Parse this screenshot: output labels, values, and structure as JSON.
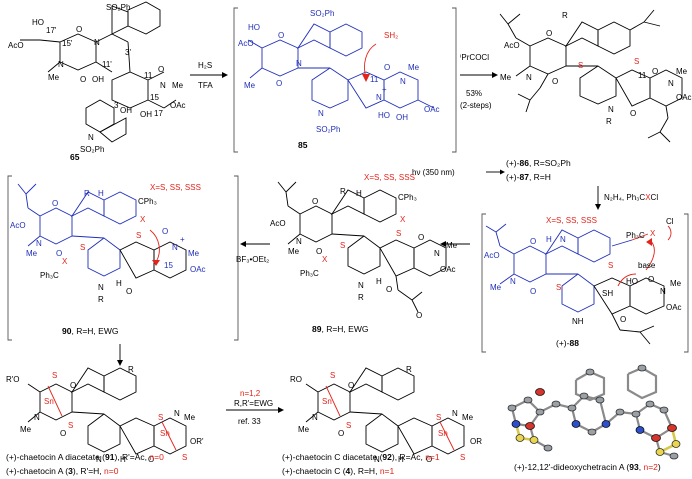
{
  "reagents": {
    "step1": {
      "line1": "H₂S",
      "line2": "TFA"
    },
    "step2": {
      "line1": "ⁱPrCOCl",
      "line2": "53%",
      "line3": "(2-steps)"
    },
    "step3": {
      "line1": "hν (350 nm)"
    },
    "step4": {
      "line1": "N₂H₄, Ph₃C",
      "line1_x": "X",
      "line1_end": "Cl"
    },
    "step5": {
      "line1": "BF₃•OEt₂"
    },
    "step6": {
      "line1": "n=1,2",
      "line2": "R,R'=EWG",
      "line3": "ref. 33"
    }
  },
  "compounds": {
    "c65": {
      "label": "65"
    },
    "c85": {
      "label": "85"
    },
    "c86": {
      "prefix": "(+)-",
      "num": "86",
      "rest": ", R=SO₂Ph"
    },
    "c87": {
      "prefix": "(+)-",
      "num": "87",
      "rest": ", R=H"
    },
    "c88": {
      "prefix": "(+)-",
      "num": "88"
    },
    "c89": {
      "num": "89",
      "rest": ", R=H, EWG"
    },
    "c90": {
      "num": "90",
      "rest": ", R=H, EWG"
    },
    "x_note_88": "X=S, SS, SSS",
    "x_note_89": "X=S, SS, SSS",
    "x_note_90": "X=S, SS, SSS"
  },
  "products": {
    "p91": {
      "text": "(+)-chaetocin A diacetate (",
      "num": "91",
      "tail": "), R'=Ac, ",
      "n": "n=0"
    },
    "p3": {
      "text": "(+)-chaetocin A (",
      "num": "3",
      "tail": "), R'=H, ",
      "n": "n=0"
    },
    "p92": {
      "text": "(+)-chaetocin C diacetate (",
      "num": "92",
      "tail": "), R=Ac, ",
      "n": "n=1"
    },
    "p4": {
      "text": "(+)-chaetocin C (",
      "num": "4",
      "tail": "), R=H, ",
      "n": "n=1"
    },
    "p93": {
      "text": "(+)-12,12'-dideoxychetracin A (",
      "num": "93",
      "tail": ", ",
      "n": "n=2",
      "close": ")"
    }
  },
  "atoms": {
    "SO2Ph": "SO₂Ph",
    "SH2": "SH₂",
    "AcO": "AcO",
    "OAc": "OAc",
    "OH": "OH",
    "HO": "HO",
    "N": "N",
    "NH": "N",
    "H": "H",
    "Me": "Me",
    "O": "O",
    "S": "S",
    "Sn": "Sn",
    "R": "R",
    "RO": "RO",
    "OR": "OR",
    "R'O": "R'O",
    "OR'": "OR'",
    "CPh3": "CPh₃",
    "Ph3C": "Ph₃C",
    "X": "X",
    "Cl": "Cl",
    "base": "base",
    "plus": "+",
    "n15": "15",
    "n17": "17",
    "n11": "11",
    "n3": "3",
    "n15p": "15'",
    "n17p": "17'",
    "n11p": "11'",
    "n3p": "3'",
    "n11b": "11"
  }
}
